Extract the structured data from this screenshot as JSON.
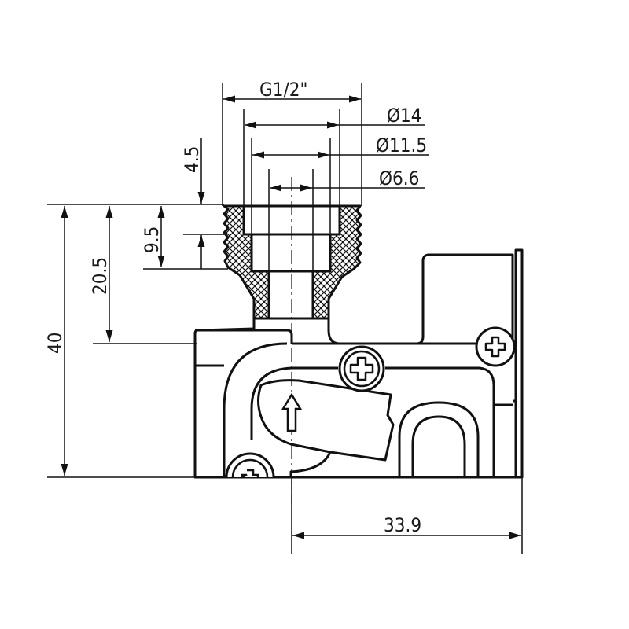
{
  "drawing": {
    "type": "technical-drawing",
    "subject": "Valve body cross-section with threaded inlet",
    "line_color": "#111111",
    "background": "#ffffff"
  },
  "dimensions": {
    "thread": "G1/2\"",
    "dia_14": "Ø14",
    "dia_11_5": "Ø11.5",
    "dia_6_6": "Ø6.6",
    "depth_4_5": "4.5",
    "depth_9_5": "9.5",
    "height_20_5": "20.5",
    "height_40": "40",
    "width_33_9": "33.9"
  }
}
